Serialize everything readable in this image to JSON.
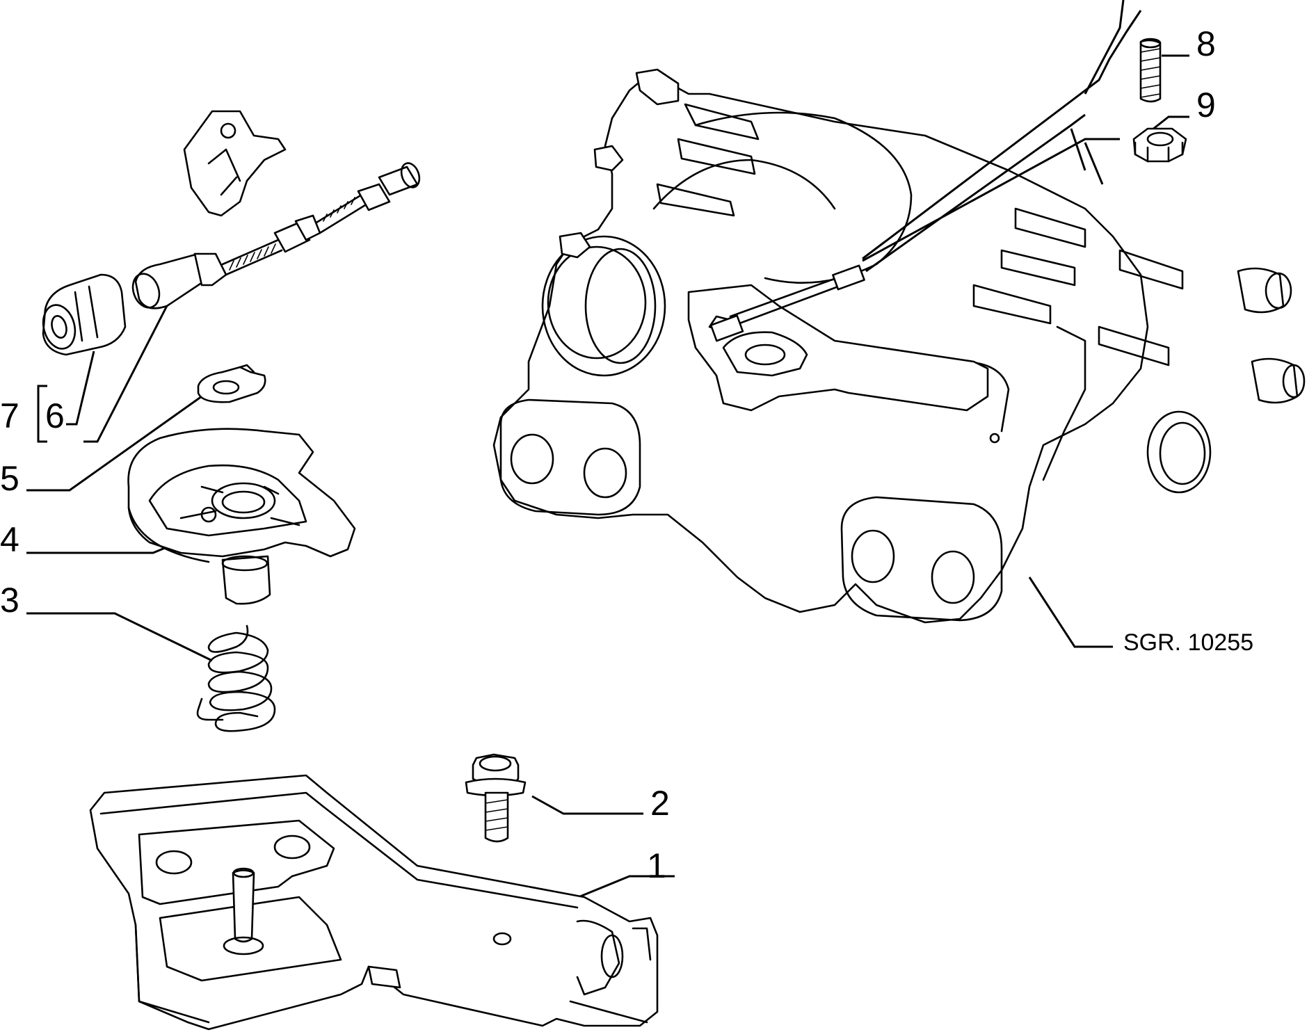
{
  "callouts": {
    "c1": "1",
    "c2": "2",
    "c3": "3",
    "c4": "4",
    "c5": "5",
    "c6": "6",
    "c7": "7",
    "c8": "8",
    "c9": "9"
  },
  "reference": "SGR. 10255"
}
